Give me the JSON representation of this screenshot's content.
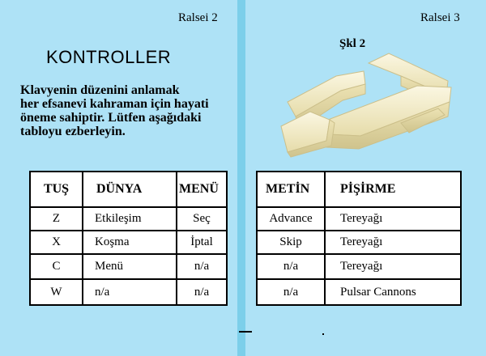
{
  "page_left": {
    "page_number": "Ralsei 2",
    "title": "KONTROLLER",
    "intro_lines": [
      "Klavyenin düzenini anlamak",
      "her efsanevi kahraman için hayati",
      "öneme sahiptir. Lütfen aşağıdaki",
      "tabloyu ezberleyin."
    ],
    "table": {
      "headers": [
        "TUŞ",
        "DÜNYA",
        "MENÜ"
      ],
      "rows": [
        [
          "Z",
          "Etkileşim",
          "Seç"
        ],
        [
          "X",
          "Koşma",
          "İptal"
        ],
        [
          "C",
          "Menü",
          "n/a"
        ],
        [
          "W",
          "n/a",
          "n/a"
        ]
      ]
    }
  },
  "page_right": {
    "page_number": "Ralsei 3",
    "figure_label": "Şkl 2",
    "figure_icon": "butter-sticks-image",
    "table": {
      "headers": [
        "METİN",
        "PİŞİRME"
      ],
      "rows": [
        [
          "Advance",
          "Tereyağı"
        ],
        [
          "Skip",
          "Tereyağı"
        ],
        [
          "n/a",
          "Tereyağı"
        ],
        [
          "n/a",
          "Pulsar Cannons"
        ]
      ]
    }
  },
  "colors": {
    "page_background": "#aee2f6",
    "spine": "#7ccfea",
    "table_background": "#ffffff",
    "butter": "#f3ecc6"
  }
}
